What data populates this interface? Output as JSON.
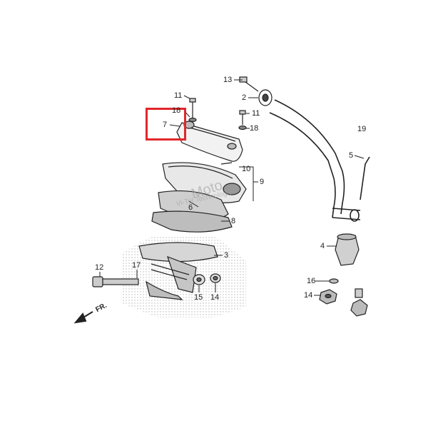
{
  "diagram": {
    "callouts": [
      {
        "id": "c13",
        "text": "13"
      },
      {
        "id": "c2",
        "text": "2"
      },
      {
        "id": "c11a",
        "text": "11"
      },
      {
        "id": "c18a",
        "text": "18"
      },
      {
        "id": "c7",
        "text": "7"
      },
      {
        "id": "c11b",
        "text": "11"
      },
      {
        "id": "c18b",
        "text": "18"
      },
      {
        "id": "c19",
        "text": "19"
      },
      {
        "id": "c5",
        "text": "5"
      },
      {
        "id": "c10",
        "text": "10"
      },
      {
        "id": "c9",
        "text": "9"
      },
      {
        "id": "c6",
        "text": "6"
      },
      {
        "id": "c8",
        "text": "8"
      },
      {
        "id": "c3",
        "text": "3"
      },
      {
        "id": "c4",
        "text": "4"
      },
      {
        "id": "c12",
        "text": "12"
      },
      {
        "id": "c17",
        "text": "17"
      },
      {
        "id": "c15",
        "text": "15"
      },
      {
        "id": "c14a",
        "text": "14"
      },
      {
        "id": "c16",
        "text": "16"
      },
      {
        "id": "c14b",
        "text": "14"
      }
    ],
    "direction_label": "FR.",
    "highlighted_part": "7",
    "highlight_color": "#e0262b",
    "watermark_line1": "Moto",
    "watermark_line2": "Vi-Tel Technologies"
  }
}
